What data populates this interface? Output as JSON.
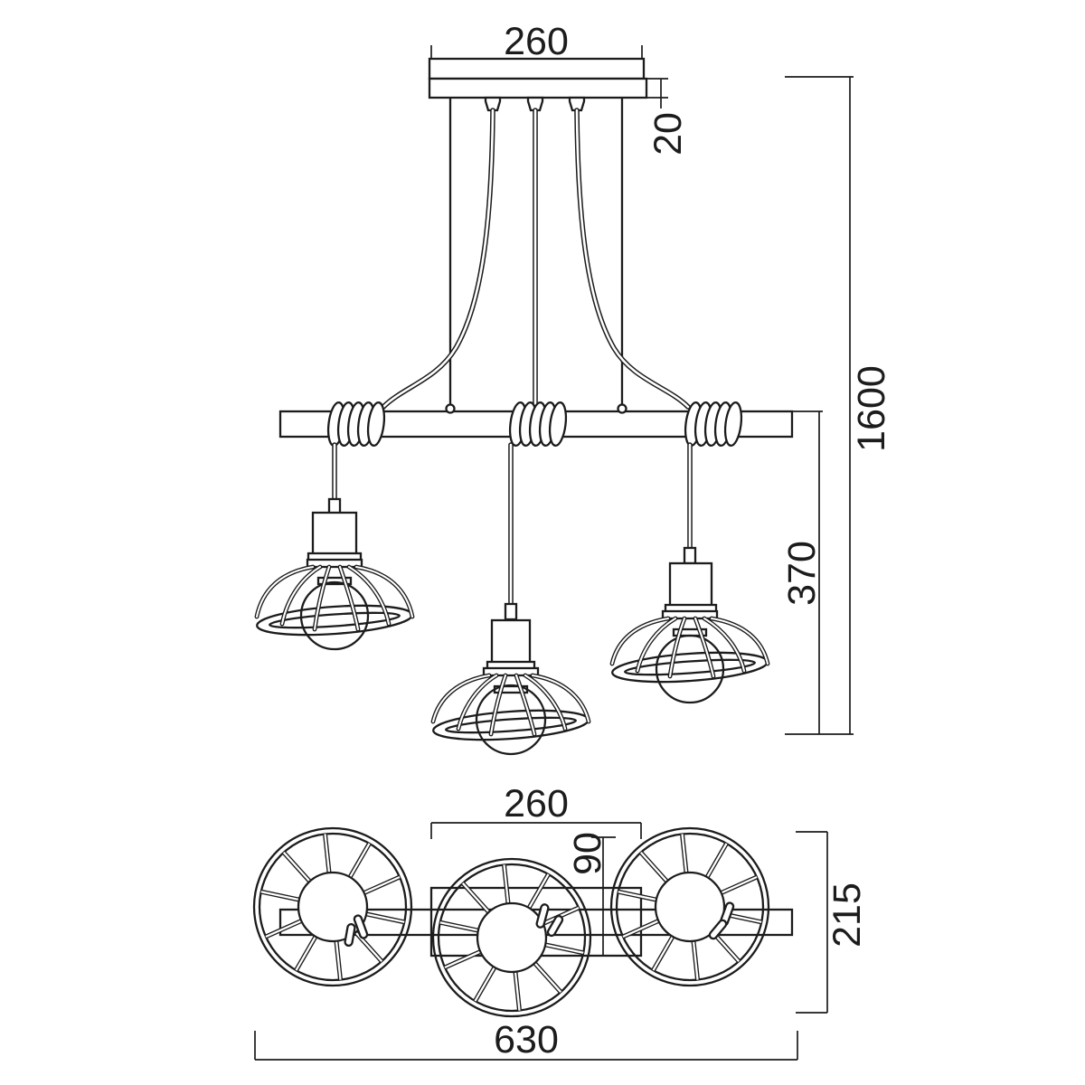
{
  "drawing": {
    "colors": {
      "ink": "#1c1c1c",
      "background": "#ffffff"
    },
    "front_view": {
      "dim_canopy_width": "260",
      "dim_canopy_thickness": "20",
      "dim_overall_height": "1600",
      "dim_pendant_drop": "370"
    },
    "top_view": {
      "dim_canopy_width": "260",
      "dim_canopy_depth_offset": "90",
      "dim_overall_depth": "215",
      "dim_overall_length": "630"
    }
  }
}
